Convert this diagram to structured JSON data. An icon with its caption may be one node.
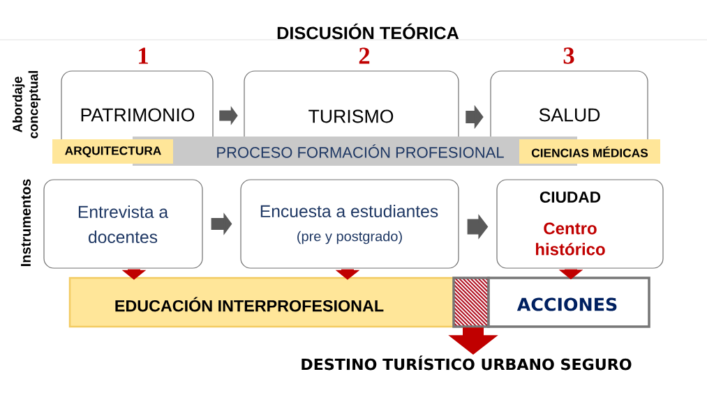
{
  "diagram": {
    "title": "DISCUSIÓN TEÓRICA",
    "nodes": [
      {
        "text": [
          "PATRIMONIO"
        ],
        "beside": [
          "1"
        ]
      },
      {
        "text": [
          "TURISMO"
        ],
        "beside": [
          "2"
        ]
      },
      {
        "text": [
          "SALUD"
        ],
        "beside": [
          "3"
        ]
      },
      {
        "text": [
          "ARQUITECTURA"
        ]
      },
      {
        "text": [
          "PROCESO FORMACIÓN PROFESIONAL"
        ]
      },
      {
        "text": [
          "CIENCIAS MÉDICAS"
        ]
      },
      {
        "text": [
          "Entrevista a docentes"
        ]
      },
      {
        "text": [
          "Encuesta a estudiantes",
          "(pre y postgrado)"
        ]
      },
      {
        "text": [
          "CIUDAD",
          "Centro histórico"
        ]
      },
      {
        "text": [
          "EDUCACIÓN INTERPROFESIONAL"
        ]
      },
      {
        "text": [],
        "shape": "box"
      },
      {
        "text": [
          "ACCIONES"
        ]
      },
      {
        "text": [
          "DESTINO TURÍSTICO URBANO SEGURO"
        ]
      }
    ],
    "edges": [
      {
        "from": 0,
        "to": 1,
        "arrow": "to",
        "color": "#595959"
      },
      {
        "from": 1,
        "to": 2,
        "arrow": "to",
        "color": "#595959"
      },
      {
        "from": 6,
        "to": 7,
        "arrow": "to",
        "color": "#595959"
      },
      {
        "from": 7,
        "to": 8,
        "arrow": "to",
        "color": "#595959"
      },
      {
        "from": 6,
        "to": 9,
        "arrow": "to",
        "color": "#c00000"
      },
      {
        "from": 7,
        "to": 9,
        "arrow": "to",
        "color": "#c00000"
      },
      {
        "from": 8,
        "to": 11,
        "arrow": "to",
        "color": "#c00000"
      },
      {
        "from": 10,
        "to": 12,
        "arrow": "to",
        "color": "#c00000"
      }
    ],
    "labels": [
      "Abordaje conceptual",
      "Instrumentos"
    ]
  }
}
